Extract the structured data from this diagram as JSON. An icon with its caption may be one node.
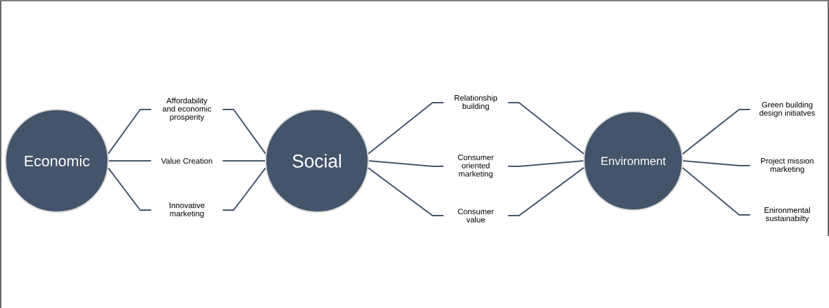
{
  "diagram": {
    "nodes": [
      {
        "text": [
          "Economic"
        ]
      },
      {
        "text": [
          "Affordability and economic prosperity"
        ]
      },
      {
        "text": [
          "Value Creation"
        ]
      },
      {
        "text": [
          "Innovative marketing"
        ]
      },
      {
        "text": [
          "Social"
        ]
      },
      {
        "text": [
          "Relationship building"
        ]
      },
      {
        "text": [
          "Consumer oriented marketing"
        ]
      },
      {
        "text": [
          "Consumer value"
        ]
      },
      {
        "text": [
          "Environment"
        ]
      },
      {
        "text": [
          "Green building design initiatves"
        ]
      },
      {
        "text": [
          "Project mission marketing"
        ]
      },
      {
        "text": [
          "Enironmental sustainabilty"
        ]
      }
    ],
    "edges": [
      {
        "from": 0,
        "to": 1,
        "arrow": "none"
      },
      {
        "from": 0,
        "to": 2,
        "arrow": "none"
      },
      {
        "from": 0,
        "to": 3,
        "arrow": "none"
      },
      {
        "from": 1,
        "to": 4,
        "arrow": "none"
      },
      {
        "from": 2,
        "to": 4,
        "arrow": "none"
      },
      {
        "from": 3,
        "to": 4,
        "arrow": "none"
      },
      {
        "from": 4,
        "to": 5,
        "arrow": "none"
      },
      {
        "from": 4,
        "to": 6,
        "arrow": "none"
      },
      {
        "from": 4,
        "to": 7,
        "arrow": "none"
      },
      {
        "from": 5,
        "to": 8,
        "arrow": "none"
      },
      {
        "from": 6,
        "to": 8,
        "arrow": "none"
      },
      {
        "from": 7,
        "to": 8,
        "arrow": "none"
      },
      {
        "from": 8,
        "to": 9,
        "arrow": "none"
      },
      {
        "from": 8,
        "to": 10,
        "arrow": "none"
      },
      {
        "from": 8,
        "to": 11,
        "arrow": "none"
      }
    ]
  }
}
